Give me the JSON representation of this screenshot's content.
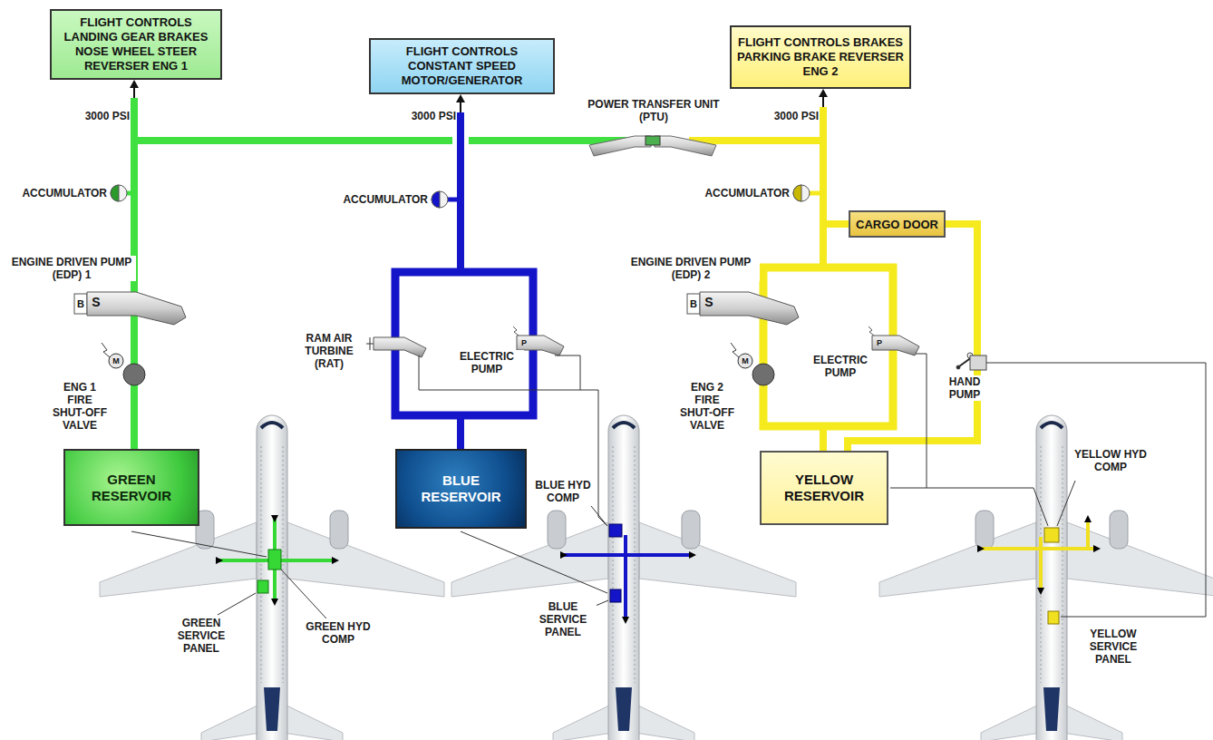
{
  "diagram": {
    "nodes": [
      {
        "text": [
          "FLIGHT CONTROLS LANDING GEAR BRAKES NOSE WHEEL STEER REVERSER ENG 1"
        ]
      },
      {
        "text": [
          "FLIGHT CONTROLS CONSTANT SPEED MOTOR/GENERATOR"
        ]
      },
      {
        "text": [
          "FLIGHT CONTROLS BRAKES PARKING BRAKE REVERSER ENG 2"
        ]
      },
      {
        "text": [
          "CARGO DOOR"
        ]
      },
      {
        "text": [
          "GREEN RESERVOIR"
        ]
      },
      {
        "text": [
          "BLUE RESERVOIR"
        ]
      },
      {
        "text": [
          "YELLOW RESERVOIR"
        ]
      }
    ],
    "edges": [
      {
        "from": 4,
        "to": 0,
        "arrow": "to"
      },
      {
        "from": 5,
        "to": 1,
        "arrow": "to"
      },
      {
        "from": 6,
        "to": 2,
        "arrow": "to"
      },
      {
        "from": 3,
        "to": 6,
        "arrow": "none"
      }
    ],
    "labels": [
      "3000 PSI",
      "3000 PSI",
      "3000 PSI",
      "POWER TRANSFER UNIT (PTU)",
      "ACCUMULATOR",
      "ACCUMULATOR",
      "ACCUMULATOR",
      "ENGINE DRIVEN PUMP (EDP) 1",
      "B",
      "S",
      "M",
      "ENG 1 FIRE SHUT-OFF VALVE",
      "RAM AIR TURBINE (RAT)",
      "ELECTRIC PUMP",
      "P",
      "ENGINE DRIVEN PUMP (EDP) 2",
      "B",
      "S",
      "M",
      "ENG 2 FIRE SHUT-OFF VALVE",
      "ELECTRIC PUMP",
      "P",
      "HAND PUMP",
      "GREEN SERVICE PANEL",
      "GREEN HYD COMP",
      "BLUE HYD COMP",
      "BLUE SERVICE PANEL",
      "YELLOW HYD COMP",
      "YELLOW SERVICE PANEL"
    ]
  }
}
